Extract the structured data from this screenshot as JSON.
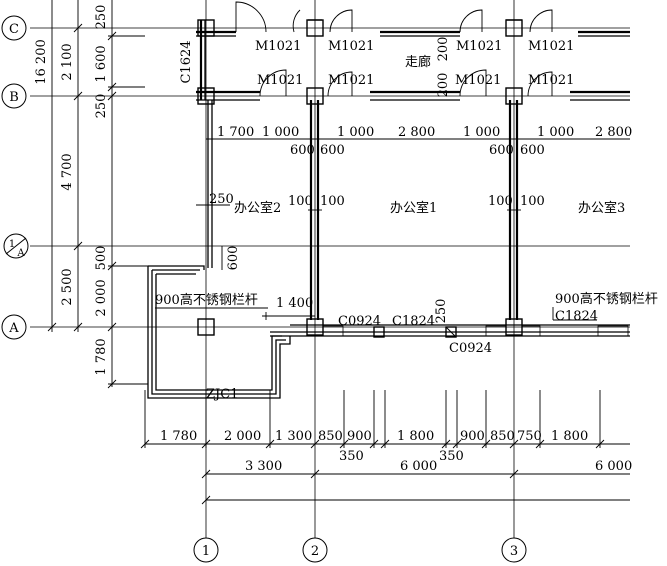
{
  "axes": {
    "rows": [
      "C",
      "B",
      "1/A",
      "A"
    ],
    "cols": [
      "1",
      "2",
      "3"
    ]
  },
  "dims_left_outer": [
    "16 200"
  ],
  "dims_left_mid": [
    "2 100",
    "4 700",
    "2 500"
  ],
  "dims_left_inner": [
    "250",
    "1 600",
    "250",
    "500",
    "2 000",
    "1 780"
  ],
  "dims_top_row": [
    "1 700",
    "1 000",
    "1 000",
    "2 800",
    "1 000",
    "1 000",
    "2 800"
  ],
  "dims_bottom_row1": [
    "1 780",
    "2 000",
    "1 300",
    "850",
    "900",
    "1 800",
    "900",
    "850",
    "750",
    "1 800"
  ],
  "dims_bottom_row1_sub": [
    "350",
    "350"
  ],
  "dims_bottom_row2": [
    "3 300",
    "6 000",
    "6 000"
  ],
  "door_tags": {
    "top": [
      "M1021",
      "M1021",
      "M1021",
      "M1021"
    ],
    "mid": [
      "M1021",
      "M1021",
      "M1021",
      "M1021"
    ]
  },
  "window_tags": {
    "c1624": "C1624",
    "c0924_a": "C0924",
    "c1824_a": "C1824",
    "c0924_b": "C0924",
    "c1824_b": "C1824"
  },
  "room_labels": {
    "corridor": "走廊",
    "office2": "办公室2",
    "office1": "办公室1",
    "office3": "办公室3"
  },
  "notes": {
    "railing_left": "900高不锈钢栏杆",
    "railing_right": "900高不锈钢栏杆",
    "foundation": "ZJC1"
  },
  "small_dims": {
    "d600_a": "600",
    "d600_b": "600",
    "d600_c": "600",
    "d600_d": "600",
    "d100_a": "100",
    "d100_b": "100",
    "d100_c": "100",
    "d100_d": "100",
    "d250_office2": "250",
    "d600_vert": "600",
    "d1400": "1 400",
    "d250_window": "250",
    "d200_a": "200",
    "d200_b": "200"
  }
}
